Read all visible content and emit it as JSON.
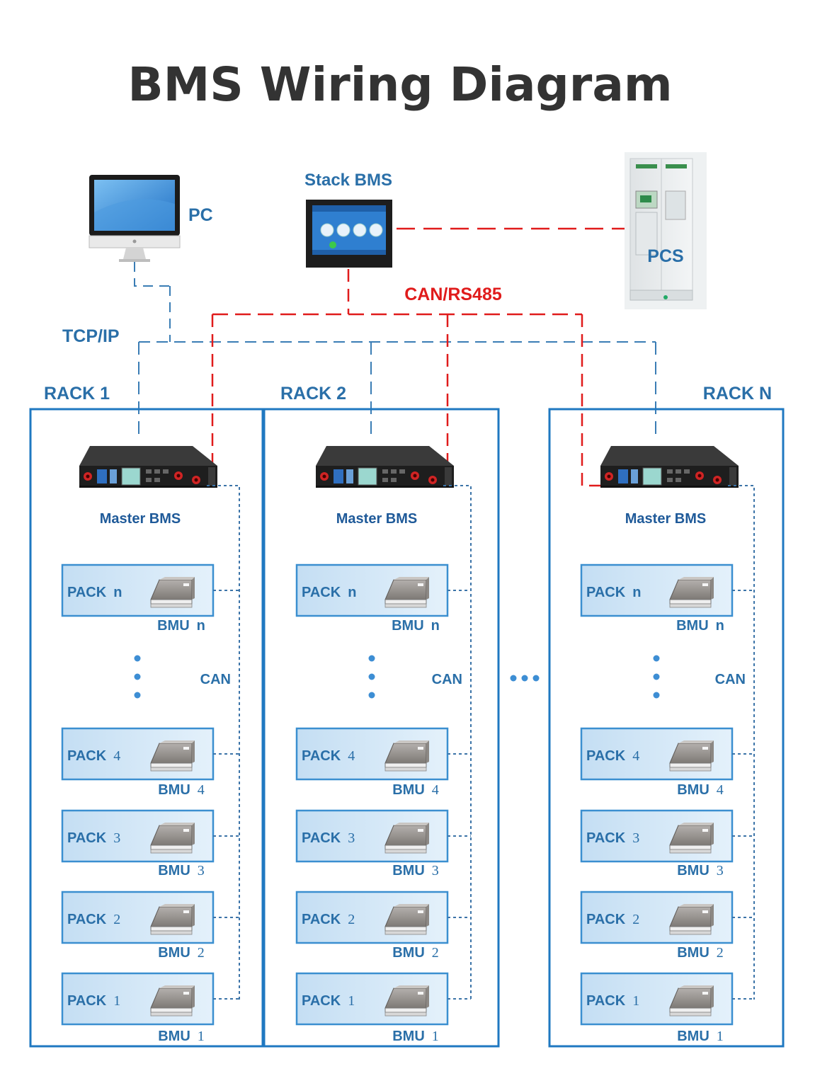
{
  "title": "BMS Wiring Diagram",
  "nodes": {
    "pc": "PC",
    "stack_bms": "Stack BMS",
    "pcs": "PCS"
  },
  "links": {
    "tcp_ip": "TCP/IP",
    "can_rs485": "CAN/RS485",
    "can": "CAN"
  },
  "racks": [
    {
      "label": "RACK 1",
      "master": "Master BMS",
      "packs": [
        {
          "pack": "PACK",
          "n": "n",
          "bmu": "BMU",
          "bn": "n"
        },
        {
          "pack": "PACK",
          "n": "4",
          "bmu": "BMU",
          "bn": "4"
        },
        {
          "pack": "PACK",
          "n": "3",
          "bmu": "BMU",
          "bn": "3"
        },
        {
          "pack": "PACK",
          "n": "2",
          "bmu": "BMU",
          "bn": "2"
        },
        {
          "pack": "PACK",
          "n": "1",
          "bmu": "BMU",
          "bn": "1"
        }
      ]
    },
    {
      "label": "RACK 2",
      "master": "Master BMS",
      "packs": [
        {
          "pack": "PACK",
          "n": "n",
          "bmu": "BMU",
          "bn": "n"
        },
        {
          "pack": "PACK",
          "n": "4",
          "bmu": "BMU",
          "bn": "4"
        },
        {
          "pack": "PACK",
          "n": "3",
          "bmu": "BMU",
          "bn": "3"
        },
        {
          "pack": "PACK",
          "n": "2",
          "bmu": "BMU",
          "bn": "2"
        },
        {
          "pack": "PACK",
          "n": "1",
          "bmu": "BMU",
          "bn": "1"
        }
      ]
    },
    {
      "label": "RACK N",
      "master": "Master BMS",
      "packs": [
        {
          "pack": "PACK",
          "n": "n",
          "bmu": "BMU",
          "bn": "n"
        },
        {
          "pack": "PACK",
          "n": "4",
          "bmu": "BMU",
          "bn": "4"
        },
        {
          "pack": "PACK",
          "n": "3",
          "bmu": "BMU",
          "bn": "3"
        },
        {
          "pack": "PACK",
          "n": "2",
          "bmu": "BMU",
          "bn": "2"
        },
        {
          "pack": "PACK",
          "n": "1",
          "bmu": "BMU",
          "bn": "1"
        }
      ]
    }
  ],
  "colors": {
    "rack_border": "#1f78c1",
    "label_blue": "#2a6fa8",
    "tcp_line": "#3a7db5",
    "can_rs485_line": "#e01b1b",
    "can_line": "#3c74a8",
    "pack_fill": "#cfe6f7",
    "pack_border": "#3b8fd0",
    "title": "#333333"
  }
}
